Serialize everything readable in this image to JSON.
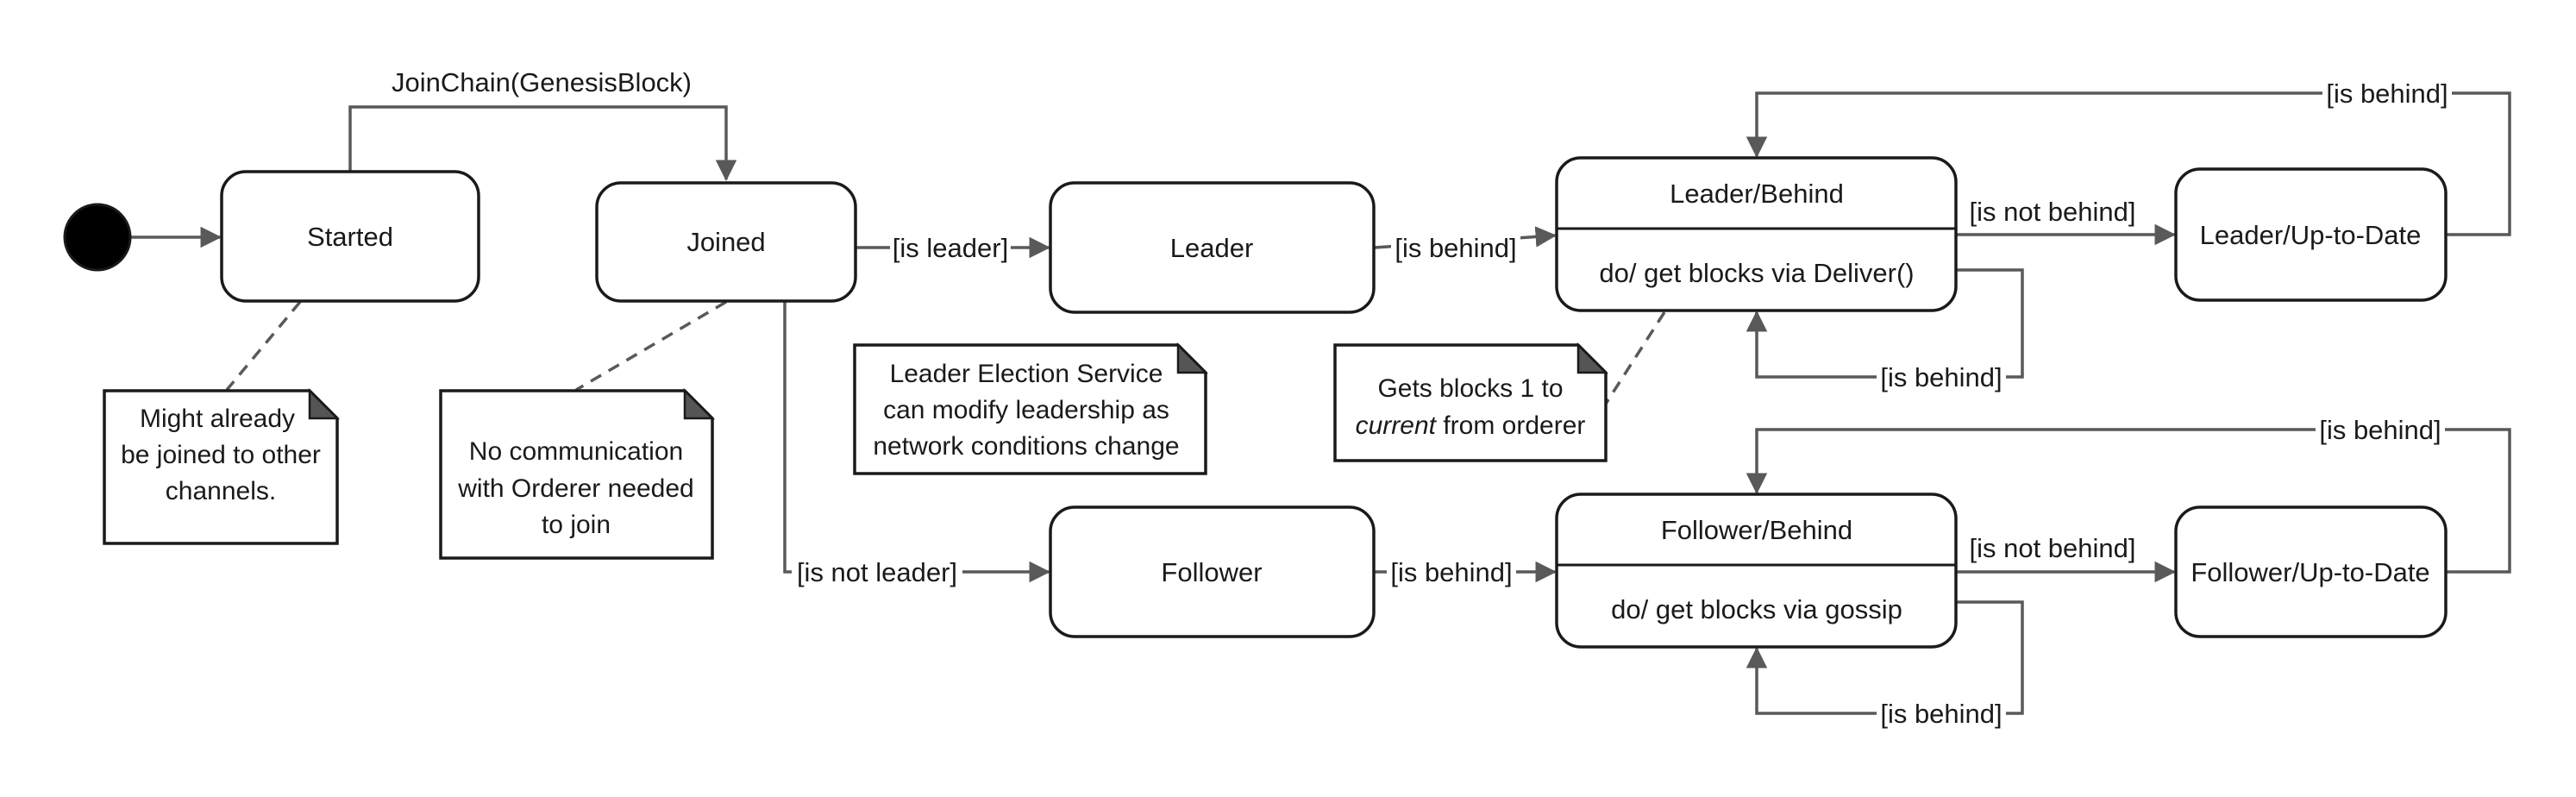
{
  "colors": {
    "stroke": "#1a1a1a",
    "edge": "#595959",
    "initial": "#000000",
    "background": "#ffffff"
  },
  "states": {
    "started": "Started",
    "joined": "Joined",
    "leader": "Leader",
    "follower": "Follower",
    "leader_behind": {
      "name": "Leader/Behind",
      "activity": "do/ get blocks via Deliver()"
    },
    "follower_behind": {
      "name": "Follower/Behind",
      "activity": "do/ get blocks via gossip"
    },
    "leader_uptodate": "Leader/Up-to-Date",
    "follower_uptodate": "Follower/Up-to-Date"
  },
  "transitions": {
    "join_chain": "JoinChain(GenesisBlock)",
    "is_leader": "[is leader]",
    "is_not_leader": "[is not leader]",
    "leader_is_behind": "[is behind]",
    "follower_is_behind": "[is behind]",
    "leader_is_not_behind": "[is not behind]",
    "follower_is_not_behind": "[is not behind]",
    "leader_self_is_behind": "[is behind]",
    "follower_self_is_behind": "[is behind]",
    "leader_uptodate_is_behind": "[is behind]",
    "follower_uptodate_is_behind": "[is behind]"
  },
  "notes": {
    "started_note": [
      "Might already",
      "be joined to other",
      "channels."
    ],
    "joined_note": [
      "No communication",
      "with Orderer needed",
      "to join"
    ],
    "election_note": [
      "Leader Election Service",
      "can modify leadership  as",
      "network conditions change"
    ],
    "orderer_note": {
      "line1": "Gets blocks 1 to",
      "line2_italic": "current",
      "line2_rest": " from orderer"
    }
  }
}
